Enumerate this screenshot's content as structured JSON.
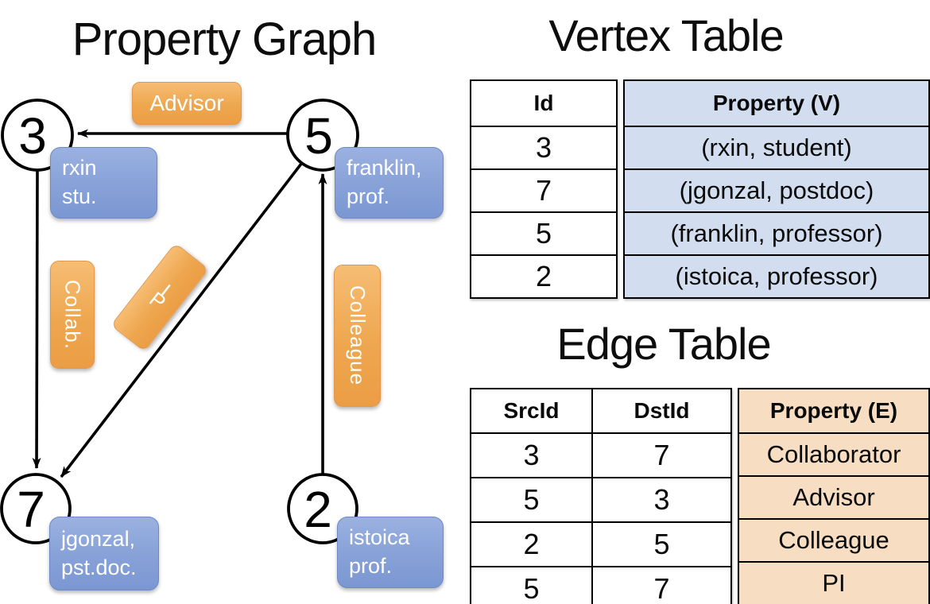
{
  "graph": {
    "title": "Property Graph",
    "nodes": {
      "n3": {
        "id": "3",
        "line1": "rxin",
        "line2": "stu."
      },
      "n5": {
        "id": "5",
        "line1": "franklin,",
        "line2": "prof."
      },
      "n7": {
        "id": "7",
        "line1": "jgonzal,",
        "line2": "pst.doc."
      },
      "n2": {
        "id": "2",
        "line1": "istoica",
        "line2": "prof."
      }
    },
    "edges": {
      "advisor": "Advisor",
      "collab": "Collab.",
      "pi": "PI",
      "colleague": "Colleague"
    }
  },
  "vertex_table": {
    "title": "Vertex Table",
    "col_id": "Id",
    "col_property": "Property (V)",
    "rows": [
      {
        "id": "3",
        "property": "(rxin, student)"
      },
      {
        "id": "7",
        "property": "(jgonzal, postdoc)"
      },
      {
        "id": "5",
        "property": "(franklin, professor)"
      },
      {
        "id": "2",
        "property": "(istoica, professor)"
      }
    ]
  },
  "edge_table": {
    "title": "Edge Table",
    "col_src": "SrcId",
    "col_dst": "DstId",
    "col_property": "Property (E)",
    "rows": [
      {
        "src": "3",
        "dst": "7",
        "property": "Collaborator"
      },
      {
        "src": "5",
        "dst": "3",
        "property": "Advisor"
      },
      {
        "src": "2",
        "dst": "5",
        "property": "Colleague"
      },
      {
        "src": "5",
        "dst": "7",
        "property": "PI"
      }
    ]
  },
  "colors": {
    "edge_label_orange": "#eda34c",
    "vertex_label_blue": "#8aa4d9",
    "vertex_table_fill": "#d2def0",
    "edge_table_fill": "#f7ddc2",
    "line_black": "#000000"
  }
}
